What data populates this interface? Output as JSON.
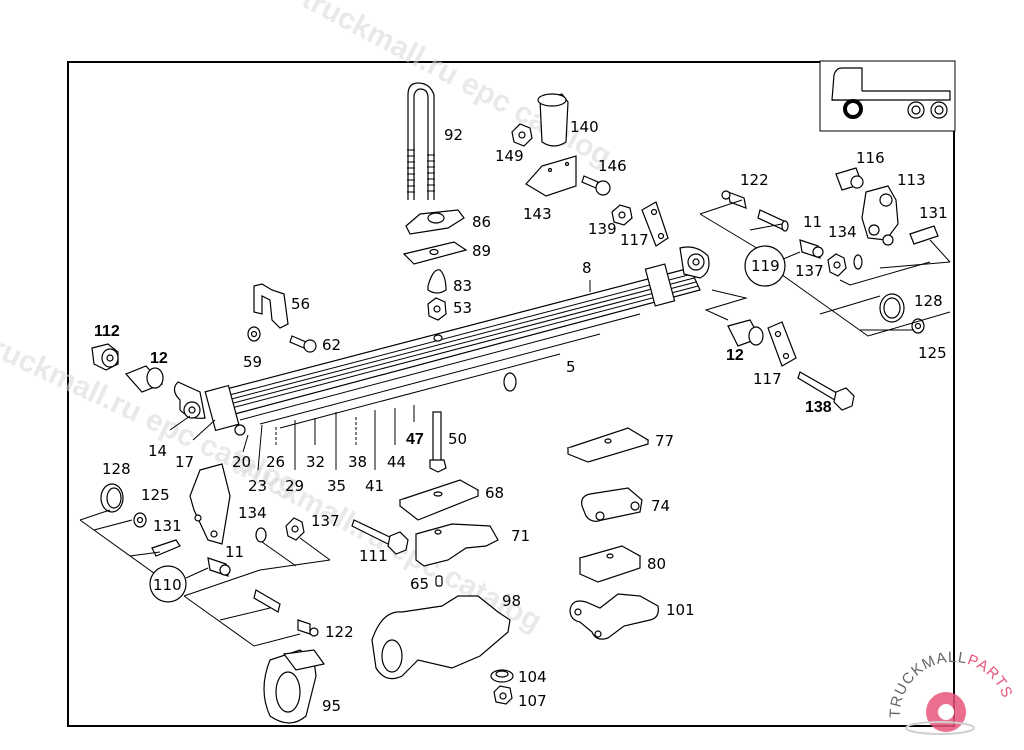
{
  "diagram": {
    "title_icon": "truck-front-axle-locator-icon",
    "watermarks": [
      "truckmall.ru epc catalog",
      "truckmall.ru epc catalog",
      "truckmall.ru epc catalog"
    ],
    "logo": {
      "text_dark": "TRUCKMALL",
      "text_accent": "PARTS",
      "accent_color": "#e8557a",
      "icon": "gear-icon"
    },
    "callouts": {
      "c92": "92",
      "c140": "140",
      "c149": "149",
      "c146": "146",
      "c143": "143",
      "c86": "86",
      "c89": "89",
      "c83": "83",
      "c53": "53",
      "c8": "8",
      "c139": "139",
      "c117a": "117",
      "c122a": "122",
      "c11a": "11",
      "c116": "116",
      "c113": "113",
      "c131a": "131",
      "c134a": "134",
      "c119": "119",
      "c137a": "137",
      "c128a": "128",
      "c125a": "125",
      "c12a": "12",
      "c117b": "117",
      "c138": "138",
      "c56": "56",
      "c62": "62",
      "c59": "59",
      "c112": "112",
      "c12b": "12",
      "c5": "5",
      "c14": "14",
      "c17": "17",
      "c20": "20",
      "c23": "23",
      "c26": "26",
      "c29": "29",
      "c32": "32",
      "c35": "35",
      "c38": "38",
      "c41": "41",
      "c44": "44",
      "c47": "47",
      "c50": "50",
      "c128b": "128",
      "c125b": "125",
      "c131b": "131",
      "c134b": "134",
      "c137b": "137",
      "c11b": "11",
      "c110": "110",
      "c122b": "122",
      "c111": "111",
      "c65": "65",
      "c68": "68",
      "c71": "71",
      "c77": "77",
      "c74": "74",
      "c80": "80",
      "c98": "98",
      "c101": "101",
      "c104": "104",
      "c107": "107",
      "c95": "95"
    }
  }
}
